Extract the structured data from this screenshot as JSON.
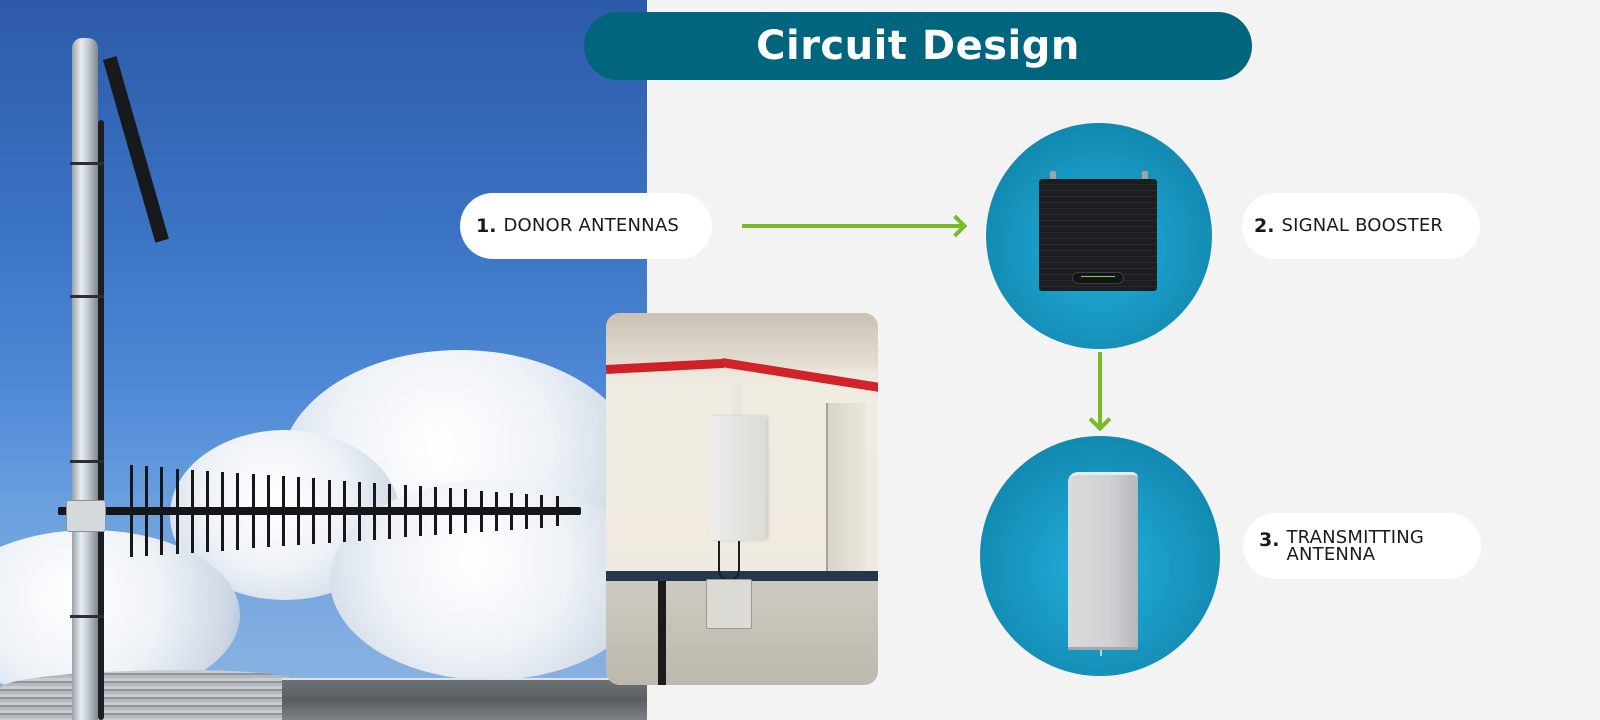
{
  "title": "Circuit Design",
  "colors": {
    "title_bg": "#01657e",
    "arrow": "#78bb27",
    "circle_center": "#23b1db",
    "circle_edge": "#0c7a9e",
    "page_bg": "#f3f3f3",
    "pill_bg": "#ffffff"
  },
  "steps": [
    {
      "number": "1.",
      "label": "DONOR ANTENNAS"
    },
    {
      "number": "2.",
      "label": "SIGNAL BOOSTER"
    },
    {
      "number": "3.",
      "label_line1": "TRANSMITTING",
      "label_line2": "ANTENNA"
    }
  ],
  "images": {
    "donor_photo": "outdoor-yagi-antenna-on-mast-photo",
    "indoor_photo": "indoor-panel-antenna-installation-photo",
    "booster_image": "signal-booster-device",
    "antenna_image": "transmitting-panel-antenna"
  },
  "icons": {
    "arrow_right": "arrow-right-icon",
    "arrow_down": "arrow-down-icon"
  }
}
